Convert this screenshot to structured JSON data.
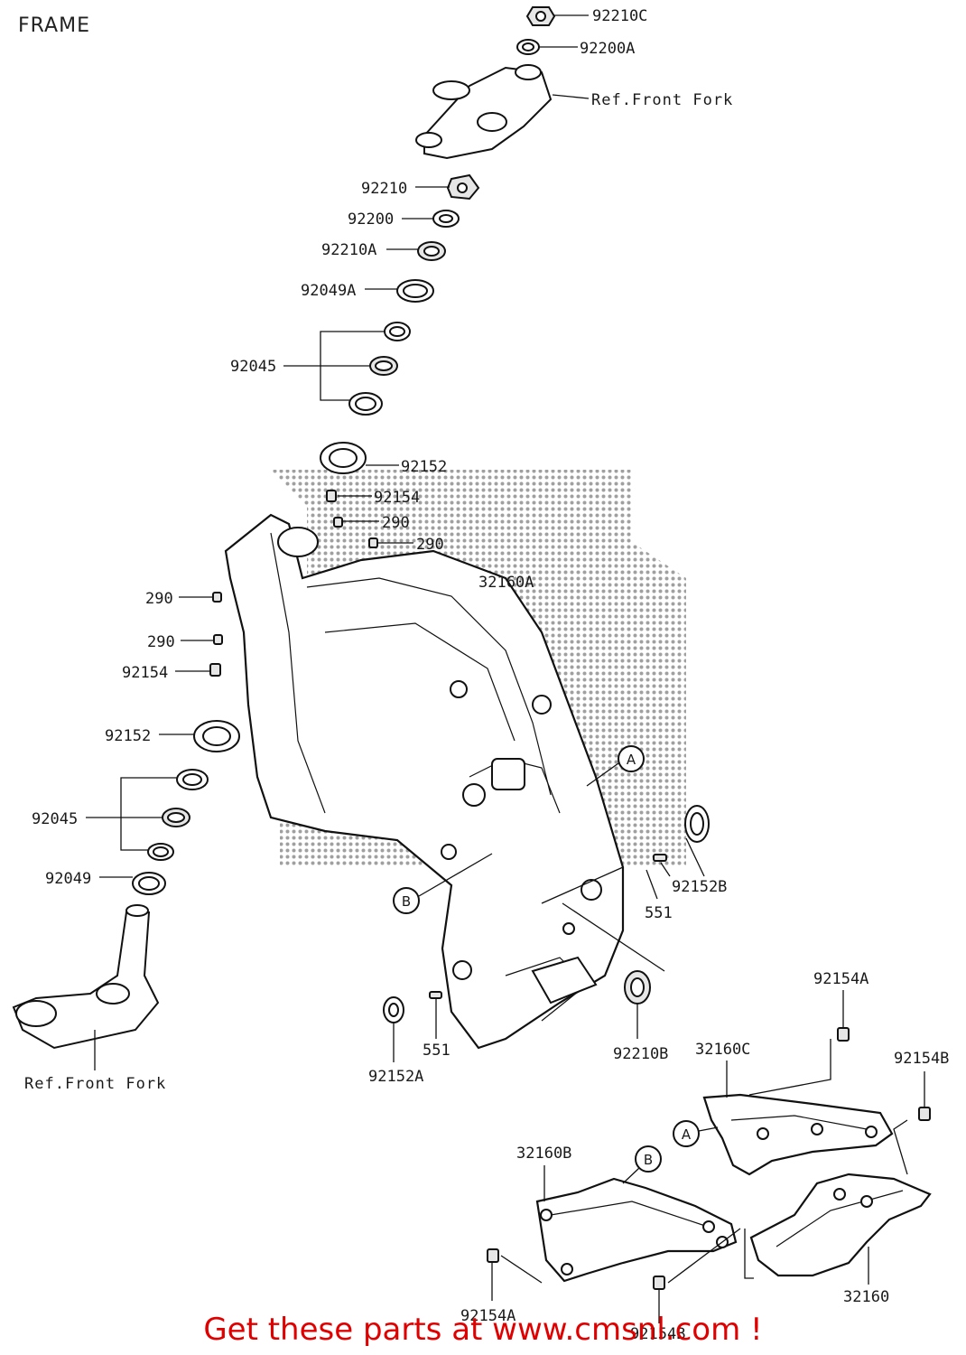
{
  "title": "FRAME",
  "footer": "Get these parts at www.cmsnl.com !",
  "callouts": [
    {
      "id": "c-92210C",
      "label": "92210C"
    },
    {
      "id": "c-92200A",
      "label": "92200A"
    },
    {
      "id": "c-ref-top",
      "label": "Ref.Front Fork"
    },
    {
      "id": "c-92210",
      "label": "92210"
    },
    {
      "id": "c-92200",
      "label": "92200"
    },
    {
      "id": "c-92210A",
      "label": "92210A"
    },
    {
      "id": "c-92049A",
      "label": "92049A"
    },
    {
      "id": "c-92045-top",
      "label": "92045"
    },
    {
      "id": "c-92152-top",
      "label": "92152"
    },
    {
      "id": "c-92154-top",
      "label": "92154"
    },
    {
      "id": "c-290-a",
      "label": "290"
    },
    {
      "id": "c-290-b",
      "label": "290"
    },
    {
      "id": "c-32160A",
      "label": "32160A"
    },
    {
      "id": "c-290-c",
      "label": "290"
    },
    {
      "id": "c-290-d",
      "label": "290"
    },
    {
      "id": "c-92154-left",
      "label": "92154"
    },
    {
      "id": "c-92152-left",
      "label": "92152"
    },
    {
      "id": "c-92045-bot",
      "label": "92045"
    },
    {
      "id": "c-92049",
      "label": "92049"
    },
    {
      "id": "c-ref-bot",
      "label": "Ref.Front Fork"
    },
    {
      "id": "c-92152B",
      "label": "92152B"
    },
    {
      "id": "c-551-a",
      "label": "551"
    },
    {
      "id": "c-551-b",
      "label": "551"
    },
    {
      "id": "c-92152A",
      "label": "92152A"
    },
    {
      "id": "c-92210B",
      "label": "92210B"
    },
    {
      "id": "c-92154A-top",
      "label": "92154A"
    },
    {
      "id": "c-32160C",
      "label": "32160C"
    },
    {
      "id": "c-92154B-top",
      "label": "92154B"
    },
    {
      "id": "c-32160B",
      "label": "32160B"
    },
    {
      "id": "c-32160",
      "label": "32160"
    },
    {
      "id": "c-92154A-bot",
      "label": "92154A"
    },
    {
      "id": "c-92154B-bot",
      "label": "92154B"
    }
  ],
  "markers": [
    {
      "id": "m-A-frame",
      "label": "A"
    },
    {
      "id": "m-B-frame",
      "label": "B"
    },
    {
      "id": "m-A-cover",
      "label": "A"
    },
    {
      "id": "m-B-cover",
      "label": "B"
    }
  ]
}
